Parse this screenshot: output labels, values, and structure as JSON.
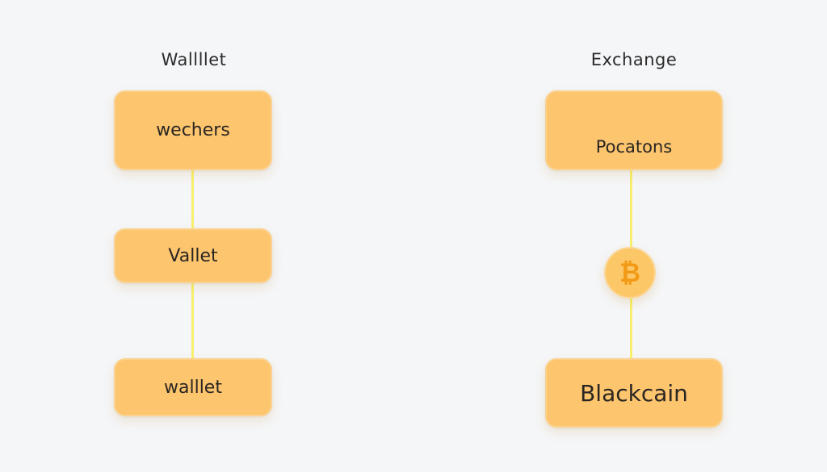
{
  "left_column": {
    "title": "Wallllet",
    "boxes": [
      "wechers",
      "Vallet",
      "walllet"
    ]
  },
  "right_column": {
    "title": "Exchange",
    "boxes": [
      "Pocatons",
      "Blackcain"
    ]
  },
  "coin": {
    "icon": "bitcoin-icon",
    "symbol": "₿"
  },
  "colors": {
    "box_fill": "#fdc56e",
    "connector": "#f8ef6e",
    "coin_symbol": "#f29a16"
  }
}
